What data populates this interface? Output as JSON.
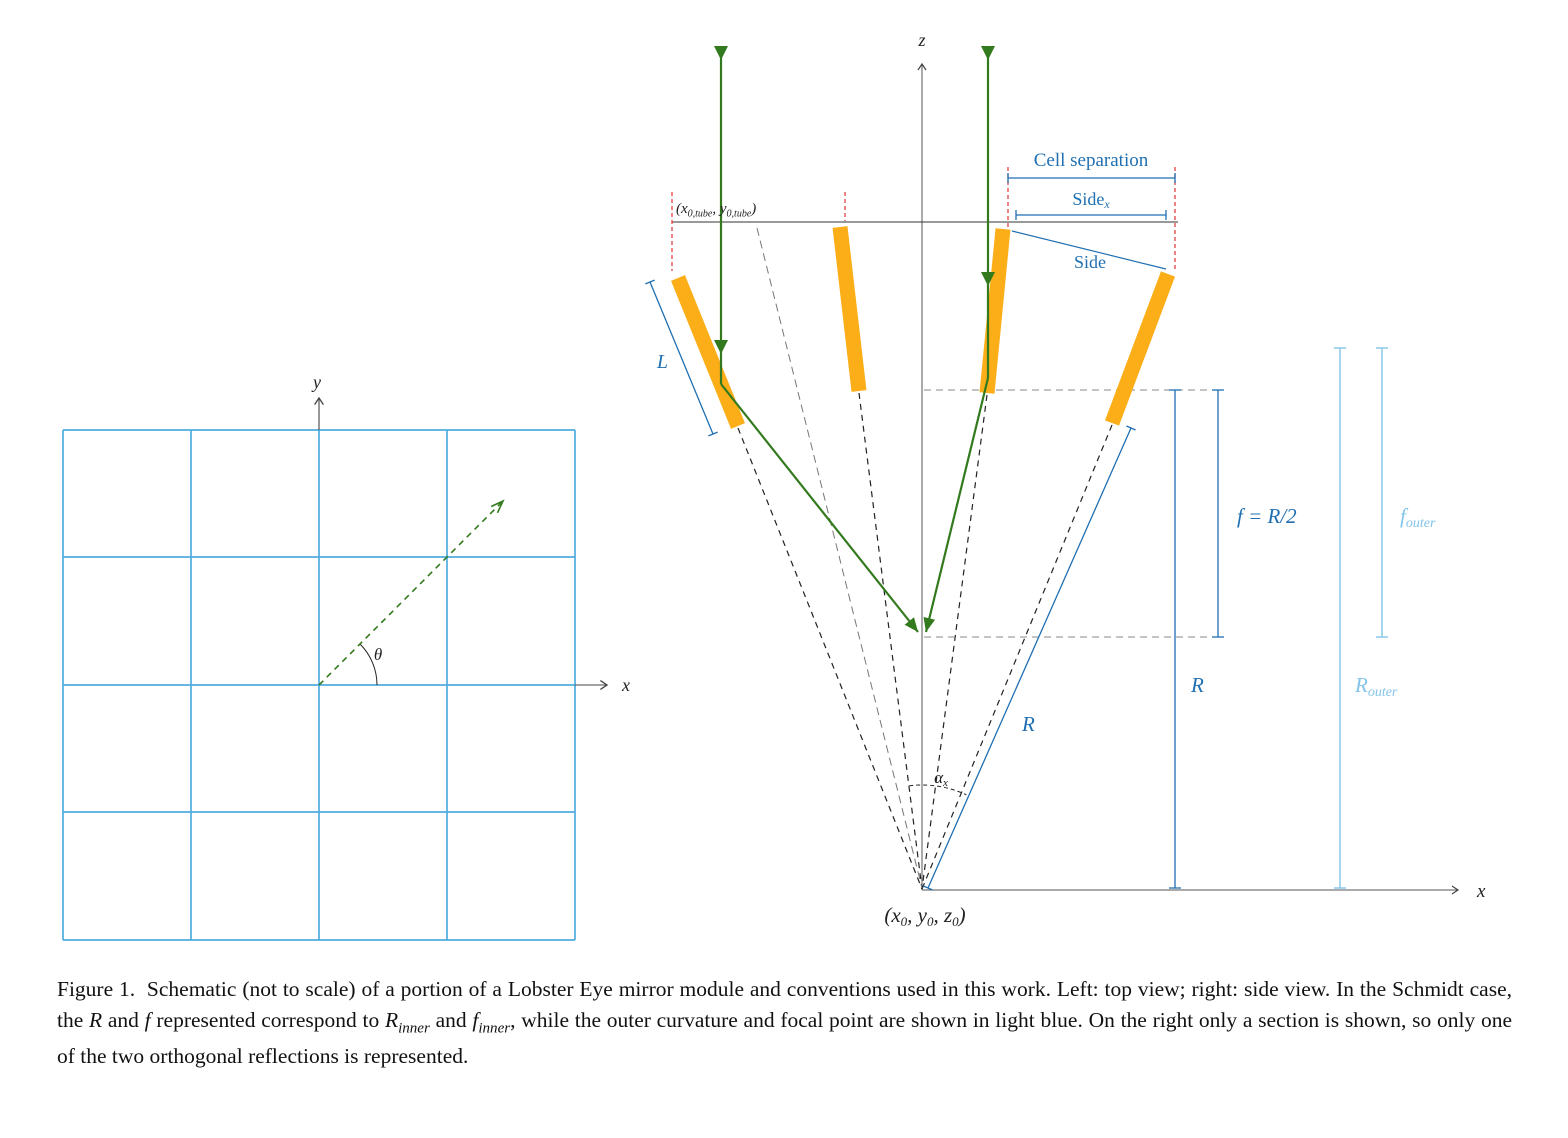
{
  "figure": {
    "top_view": {
      "y_axis": "y",
      "x_axis": "x",
      "theta": "θ"
    },
    "side_view": {
      "z_axis": "z",
      "x_axis": "x",
      "tube_coords": {
        "p1": "(x",
        "sub1": "0,tube",
        "p2": ", y",
        "sub2": "0,tube",
        "p3": ")"
      },
      "cell_separation": "Cell separation",
      "side_x": {
        "main": "Side",
        "sub": "x"
      },
      "side": "Side",
      "mirror_length": "L",
      "focal_length": "f = R/2",
      "radius": "R",
      "radius_slant": "R",
      "f_outer": {
        "main": "f",
        "sub": "outer"
      },
      "r_outer": {
        "main": "R",
        "sub": "outer"
      },
      "alpha_x": {
        "main": "α",
        "sub": "x"
      },
      "origin": {
        "p1": "(x",
        "s1": "0",
        "p2": ", y",
        "s2": "0",
        "p3": ", z",
        "s3": "0",
        "p4": ")"
      }
    },
    "caption": {
      "s1": "Figure 1.  Schematic (not to scale) of a portion of a Lobster Eye mirror module and conventions used in this work. Left: top view; right: side view. In the Schmidt case, the ",
      "r1": "R",
      "s2": " and ",
      "f1": "f",
      "s3": " represented correspond to ",
      "r2": "R",
      "r2sub": "inner",
      "s4": " and ",
      "f2": "f",
      "f2sub": "inner",
      "s5": ", while the outer curvature and focal point are shown in light blue. On the right only a section is shown, so only one of the two orthogonal reflections is represented."
    }
  },
  "colors": {
    "grid_blue": "#4FACDF",
    "measure_blue": "#1F6FB2",
    "outer_light_blue": "#82C4EA",
    "mirror_orange": "#FBAE17",
    "ray_green": "#337A1E",
    "cell_boundary_red": "#E34040"
  }
}
